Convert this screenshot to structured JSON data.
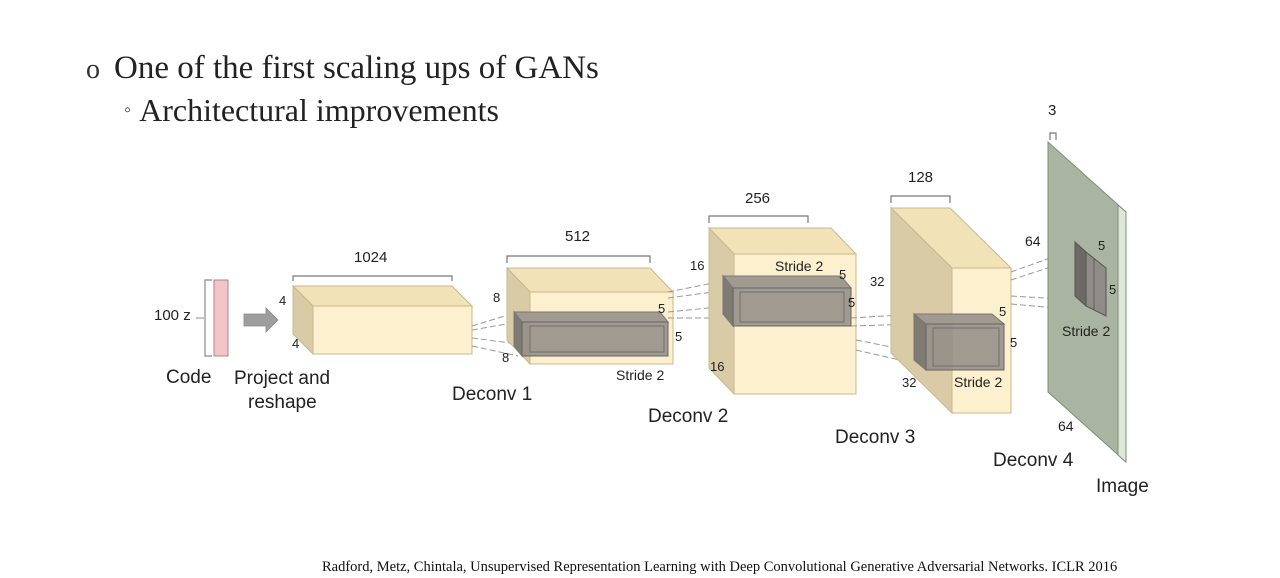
{
  "slide": {
    "bullets": [
      {
        "text": "One of the first scaling ups of GANs",
        "level": 1
      },
      {
        "text": "Architectural improvements",
        "level": 2
      }
    ],
    "citation": "Radford, Metz, Chintala, Unsupervised Representation Learning with Deep Convolutional Generative Adversarial Networks. ICLR 2016"
  },
  "diagram": {
    "code": {
      "label": "Code",
      "dim": "100 z",
      "color": "#b03a3a"
    },
    "project": {
      "label_line1": "Project and",
      "label_line2": "reshape",
      "depth": "1024",
      "height": "4",
      "width": "4"
    },
    "deconv1": {
      "label": "Deconv 1",
      "depth": "512",
      "height": "8",
      "width": "8",
      "kernel_h": "5",
      "kernel_w": "5",
      "stride": "Stride 2"
    },
    "deconv2": {
      "label": "Deconv 2",
      "depth": "256",
      "height": "16",
      "width": "16",
      "kernel_h": "5",
      "kernel_w": "5",
      "stride": "Stride 2"
    },
    "deconv3": {
      "label": "Deconv 3",
      "depth": "128",
      "height": "32",
      "width": "32",
      "kernel_h": "5",
      "kernel_w": "5",
      "stride": "Stride 2"
    },
    "deconv4": {
      "label": "Deconv 4",
      "depth": "3",
      "height": "64",
      "width": "64",
      "kernel_h": "5",
      "kernel_w": "5",
      "stride": "Stride 2"
    },
    "image": {
      "label": "Image",
      "color": "#5f8a3a"
    },
    "colors": {
      "block_front": "#fdf0cf",
      "block_top": "#f2e2b8",
      "block_side": "#d8cba6",
      "kernel": "#8f8b86",
      "image_plane": "#a9b5a0",
      "image_edge": "#dde8d8",
      "code_bar": "#f2c4c8"
    }
  }
}
